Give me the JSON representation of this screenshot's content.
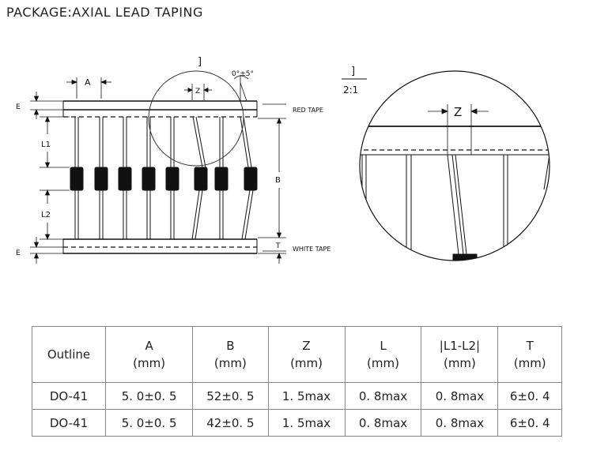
{
  "title": "PACKAGE:AXIAL LEAD TAPING",
  "diagram": {
    "labels": {
      "a": "A",
      "z": "Z",
      "e_top": "E",
      "e_bottom": "E",
      "l1": "L1",
      "l2": "L2",
      "b": "B",
      "t": "T",
      "angle": "0°±5°",
      "detail_marker": "]",
      "red_tape": "RED TAPE",
      "white_tape": "WHITE TAPE"
    },
    "detail": {
      "marker": "]",
      "scale": "2:1",
      "z": "Z"
    }
  },
  "table": {
    "headers": [
      {
        "name": "Outline",
        "unit": ""
      },
      {
        "name": "A",
        "unit": "(mm)"
      },
      {
        "name": "B",
        "unit": "(mm)"
      },
      {
        "name": "Z",
        "unit": "(mm)"
      },
      {
        "name": "L",
        "unit": "(mm)"
      },
      {
        "name": "|L1-L2|",
        "unit": "(mm)"
      },
      {
        "name": "T",
        "unit": "(mm)"
      }
    ],
    "rows": [
      [
        "DO-41",
        "5. 0±0. 5",
        "52±0. 5",
        "1. 5max",
        "0. 8max",
        "0. 8max",
        "6±0. 4"
      ],
      [
        "DO-41",
        "5. 0±0. 5",
        "42±0. 5",
        "1. 5max",
        "0. 8max",
        "0. 8max",
        "6±0. 4"
      ]
    ]
  }
}
